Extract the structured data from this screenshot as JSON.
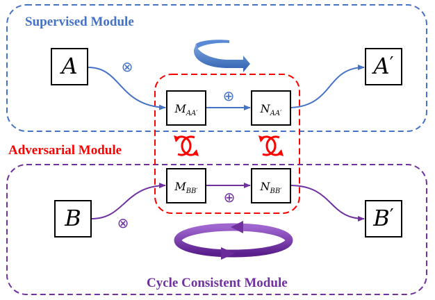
{
  "modules": {
    "supervised": {
      "title": "Supervised Module",
      "color": "#4472c4"
    },
    "adversarial": {
      "title": "Adversarial Module",
      "color": "#ff0000"
    },
    "cycle": {
      "title": "Cycle Consistent Module",
      "color": "#7030a0"
    }
  },
  "nodes": {
    "A": {
      "base": "A",
      "prime": ""
    },
    "A_prime": {
      "base": "A",
      "prime": "′"
    },
    "B": {
      "base": "B",
      "prime": ""
    },
    "B_prime": {
      "base": "B",
      "prime": "′"
    },
    "M_AA": {
      "letter": "M",
      "sub": "AA′"
    },
    "N_AA": {
      "letter": "N",
      "sub": "AA′"
    },
    "M_BB": {
      "letter": "M",
      "sub": "BB′"
    },
    "N_BB": {
      "letter": "N",
      "sub": "BB′"
    }
  },
  "operators": {
    "otimes": "⊗",
    "oplus": "⊕"
  },
  "icons": [
    "rotate-arrow-icon",
    "cycle-arrow-icon",
    "red-cycle-icon"
  ]
}
